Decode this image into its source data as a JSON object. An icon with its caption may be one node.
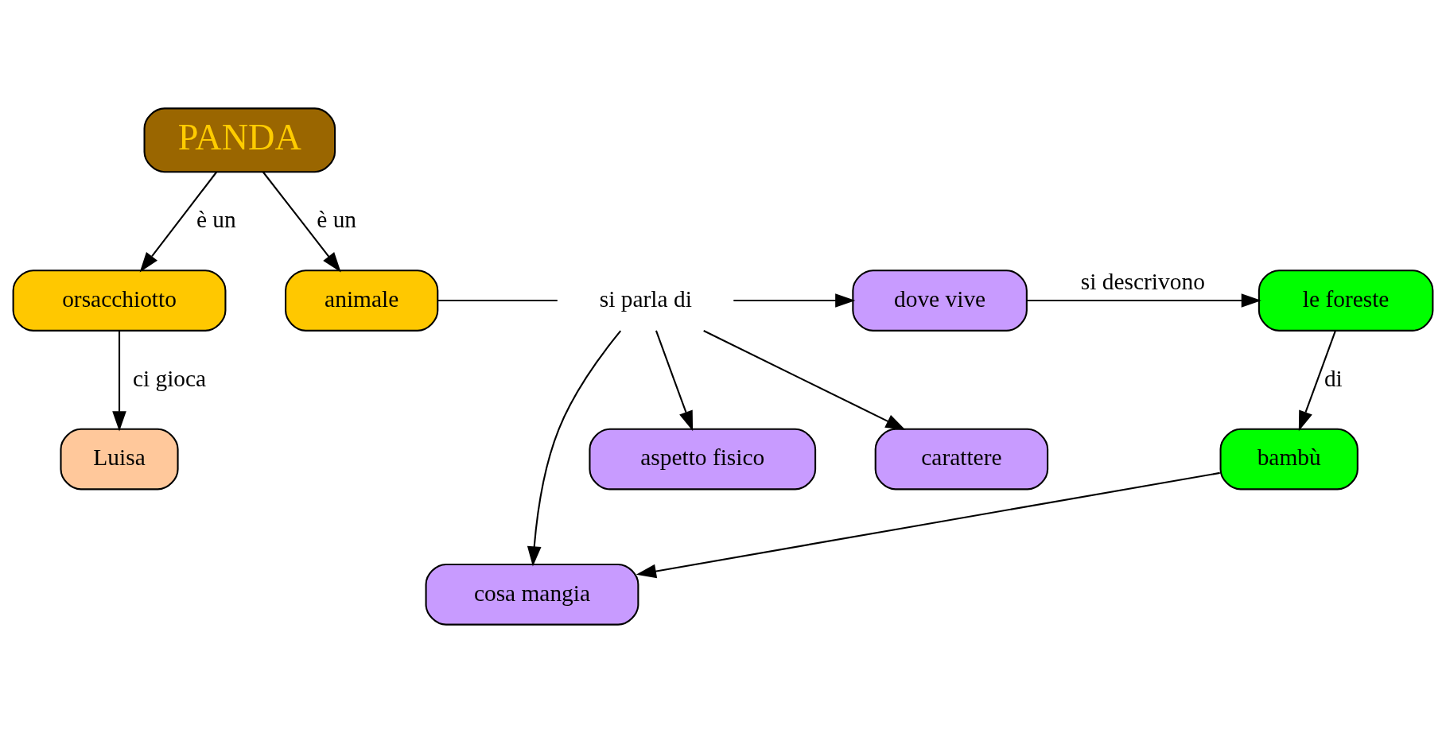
{
  "diagram": {
    "nodes": [
      {
        "text": [
          "PANDA"
        ]
      },
      {
        "text": [
          "orsacchiotto"
        ]
      },
      {
        "text": [
          "animale"
        ]
      },
      {
        "text": [
          "Luisa"
        ]
      },
      {
        "text": [
          "si parla di"
        ]
      },
      {
        "text": [
          "dove vive"
        ]
      },
      {
        "text": [
          "le foreste"
        ]
      },
      {
        "text": [
          "cosa mangia"
        ]
      },
      {
        "text": [
          "bambù"
        ]
      },
      {
        "text": [
          "aspetto fisico"
        ]
      },
      {
        "text": [
          "carattere"
        ]
      }
    ],
    "edges": [
      {
        "from": 0,
        "to": 1,
        "arrow": "to",
        "label": "è un"
      },
      {
        "from": 0,
        "to": 2,
        "arrow": "to",
        "label": "è un"
      },
      {
        "from": 1,
        "to": 3,
        "arrow": "to",
        "label": "ci gioca"
      },
      {
        "from": 2,
        "to": 4,
        "arrow": "none"
      },
      {
        "from": 4,
        "to": 5,
        "arrow": "to"
      },
      {
        "from": 4,
        "to": 7,
        "arrow": "to"
      },
      {
        "from": 4,
        "to": 9,
        "arrow": "to"
      },
      {
        "from": 4,
        "to": 10,
        "arrow": "to"
      },
      {
        "from": 5,
        "to": 6,
        "arrow": "to",
        "label": "si descrivono"
      },
      {
        "from": 6,
        "to": 8,
        "arrow": "to",
        "label": "di"
      },
      {
        "from": 8,
        "to": 7,
        "arrow": "to"
      }
    ]
  }
}
